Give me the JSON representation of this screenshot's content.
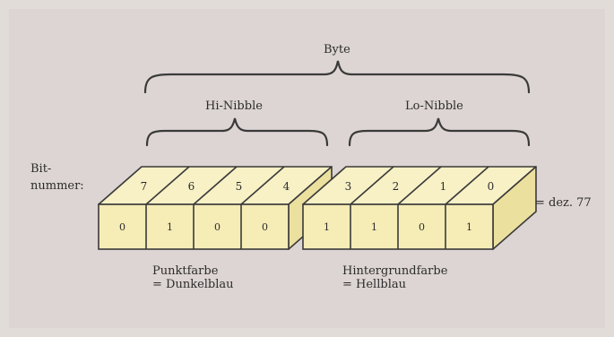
{
  "byte_label": "Byte",
  "hi_nibble_label": "Hi-Nibble",
  "lo_nibble_label": "Lo-Nibble",
  "bit_number_label_line1": "Bit-",
  "bit_number_label_line2": "nummer:",
  "bit_numbers": [
    "7",
    "6",
    "5",
    "4",
    "3",
    "2",
    "1",
    "0"
  ],
  "bit_values": [
    "0",
    "1",
    "0",
    "0",
    "1",
    "1",
    "0",
    "1"
  ],
  "decimal_result": "= dez. 77",
  "hi_nibble_caption_line1": "Punktfarbe",
  "hi_nibble_caption_line2": "= Dunkelblau",
  "lo_nibble_caption_line1": "Hintergrundfarbe",
  "lo_nibble_caption_line2": "= Hellblau",
  "colors": {
    "background": "#ddd5d3",
    "box_fill": "#f5ecb6",
    "box_top": "#f8f1c6",
    "box_side": "#ece09e",
    "stroke": "#3a3a3a"
  }
}
